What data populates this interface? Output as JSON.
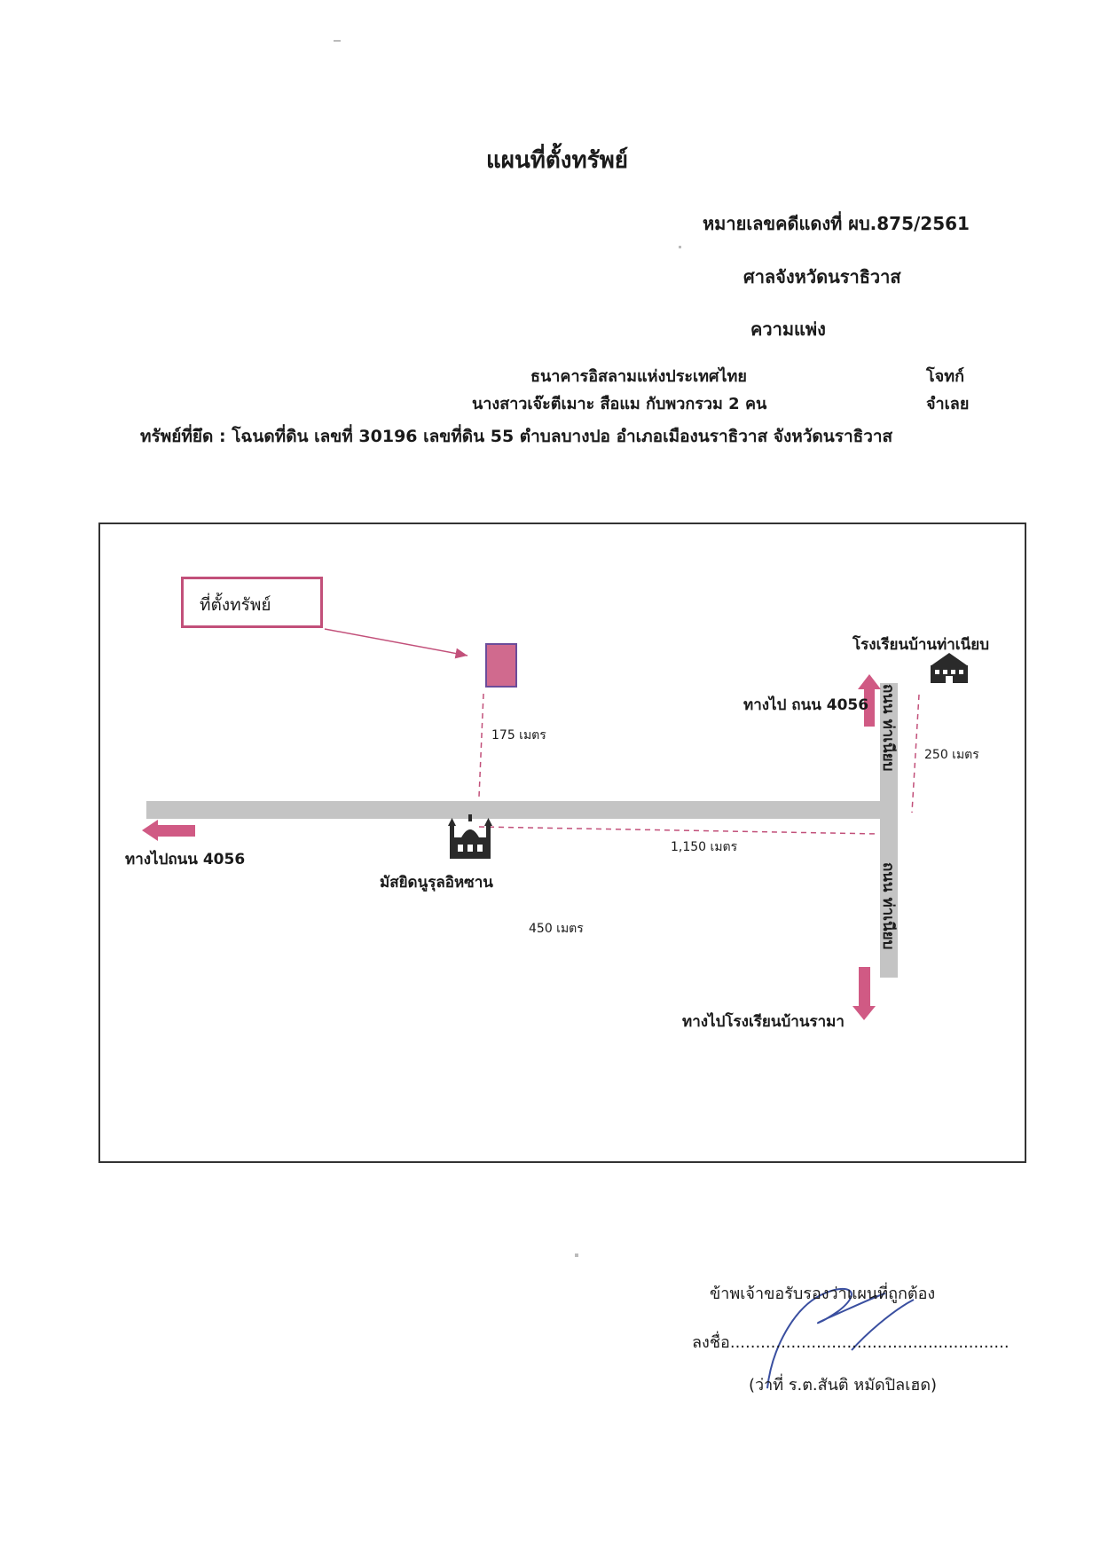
{
  "header": {
    "title": "แผนที่ตั้งทรัพย์",
    "case_no": "หมายเลขคดีแดงที่ ผบ.875/2561",
    "court": "ศาลจังหวัดนราธิวาส",
    "case_type": "ความแพ่ง"
  },
  "parties": {
    "plaintiff_name": "ธนาคารอิสลามแห่งประเทศไทย",
    "plaintiff_role": "โจทก์",
    "defendant_name": "นางสาวเจ๊ะตีเมาะ  สือแม  กับพวกรวม 2 คน",
    "defendant_role": "จำเลย"
  },
  "seized_property": "ทรัพย์ที่ยึด : โฉนดที่ดิน เลขที่ 30196 เลขที่ดิน 55 ตำบลบางปอ อำเภอเมืองนราธิวาส จังหวัดนราธิวาส",
  "map": {
    "property_label": "ที่ตั้งทรัพย์",
    "school_top": "โรงเรียนบ้านท่าเนียบ",
    "to_road_top": "ทางไป ถนน 4056",
    "road_name": "ถนน ท่าเนียบ",
    "dist_property": "175 เมตร",
    "dist_school": "250 เมตร",
    "dist_mosque_road": "1,150 เมตร",
    "dist_450": "450 เมตร",
    "to_road_left": "ทางไปถนน 4056",
    "mosque": "มัสยิดนูรุลอิหซาน",
    "to_school_bottom": "ทางไปโรงเรียนบ้านรามา",
    "icons": [
      "school-icon",
      "mosque-icon",
      "arrow-up-icon",
      "arrow-left-icon",
      "arrow-down-icon"
    ],
    "colors": {
      "road": "#c4c4c4",
      "accent": "#d05a84",
      "property": "#d06a8e",
      "property_border": "#6b4c9a"
    }
  },
  "certification": {
    "statement": "ข้าพเจ้าขอรับรองว่าแผนที่ถูกต้อง",
    "sign_line": "ลงชื่อ.......................................................",
    "signer": "(ว่าที่ ร.ต.สันติ หมัดปิลเฮด)"
  }
}
